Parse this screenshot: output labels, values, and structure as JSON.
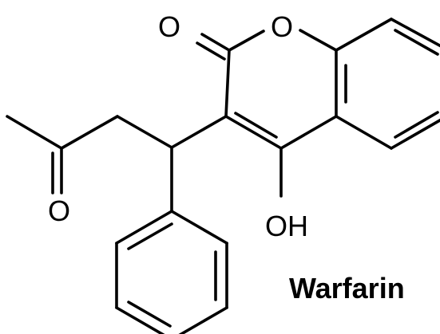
{
  "molecule": {
    "name": "Warfarin",
    "atom_labels": {
      "carbonyl_oxygen_lactone": "O",
      "ring_oxygen": "O",
      "ketone_oxygen": "O",
      "hydroxyl": "OH"
    }
  },
  "colors": {
    "ink": "#000000",
    "background": "#ffffff"
  }
}
